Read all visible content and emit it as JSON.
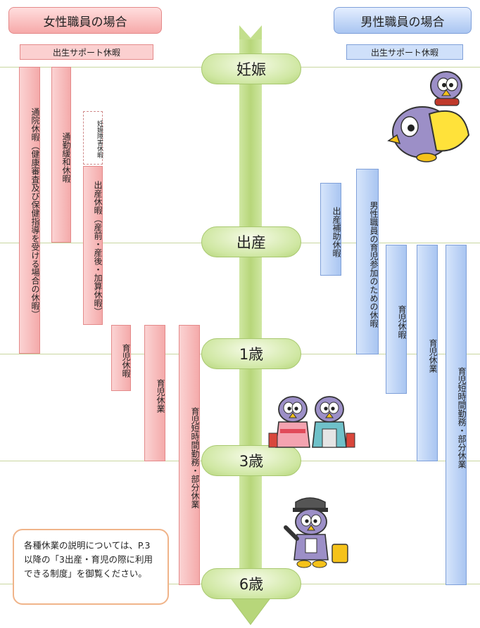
{
  "female": {
    "header": "女性職員の場合",
    "support_label": "出生サポート休暇",
    "bars": [
      "通院休暇（健康審査及び保健指導を受ける場合の休暇）",
      "通勤緩和休暇",
      "妊娠障害休暇",
      "出産休暇（産前・産後・加算休暇）",
      "育児休暇",
      "育児休業",
      "育児短時間勤務・部分休業"
    ]
  },
  "male": {
    "header": "男性職員の場合",
    "support_label": "出生サポート休暇",
    "bars": [
      "出産補助休暇",
      "男性職員の育児参加のための休暇",
      "育児休暇",
      "育児休業",
      "育児短時間勤務・部分休業"
    ]
  },
  "milestones": [
    "妊娠",
    "出産",
    "1歳",
    "3歳",
    "6歳"
  ],
  "note": "各種休業の説明については、P.3 以降の「3出産・育児の際に利用できる制度」を御覧ください。",
  "colors": {
    "female_bar": "#f4aaaa",
    "male_bar": "#a9c5f1",
    "timeline": "#b7d67a",
    "note_border": "#f0b48a"
  }
}
